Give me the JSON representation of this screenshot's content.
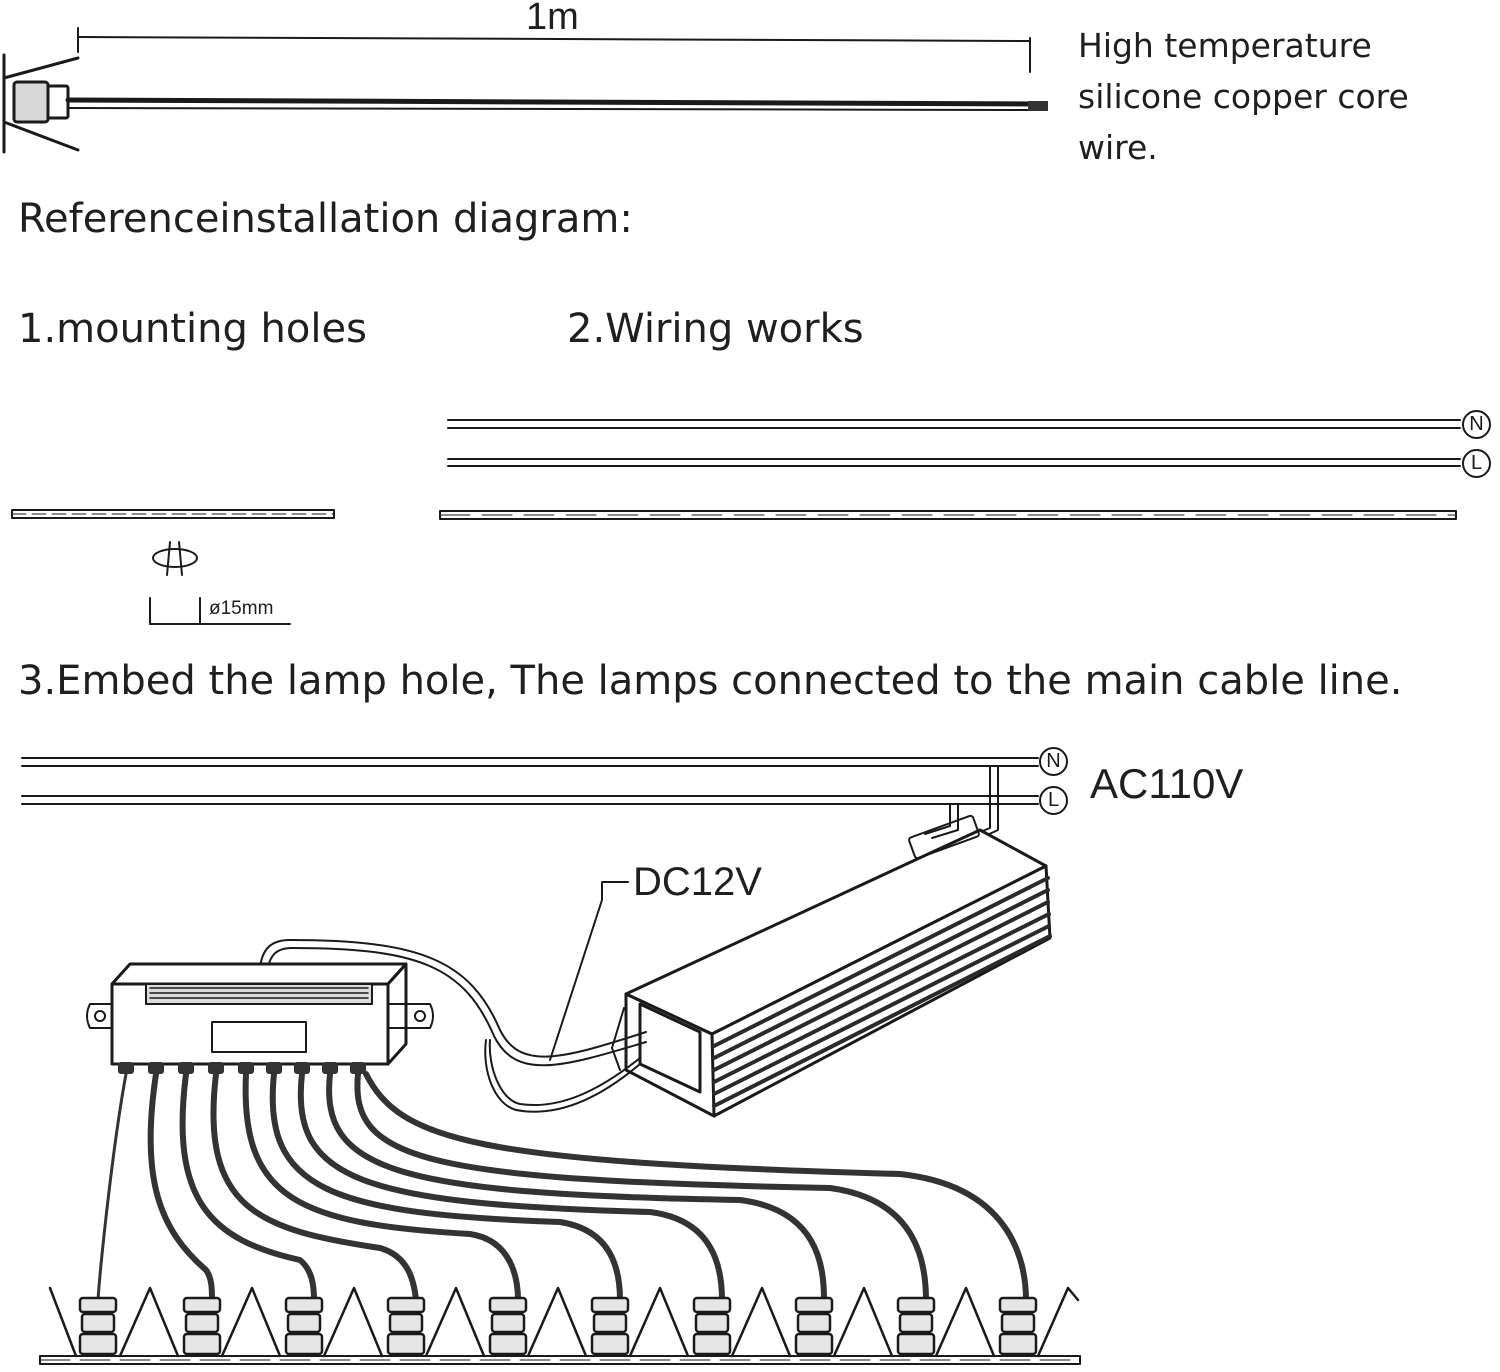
{
  "labels": {
    "wire_length": "1m",
    "wire_description": "High temperature silicone copper core wire.",
    "heading": "Referenceinstallation diagram:",
    "step1": "1.mounting holes",
    "step2": "2.Wiring works",
    "hole_diameter": "ø15mm",
    "step3": "3.Embed the lamp hole, The lamps connected to the main cable line.",
    "ac_voltage": "AC110V",
    "dc_voltage": "DC12V"
  },
  "terminals": {
    "neutral": "N",
    "live": "L"
  },
  "lamps": {
    "count": 10
  }
}
